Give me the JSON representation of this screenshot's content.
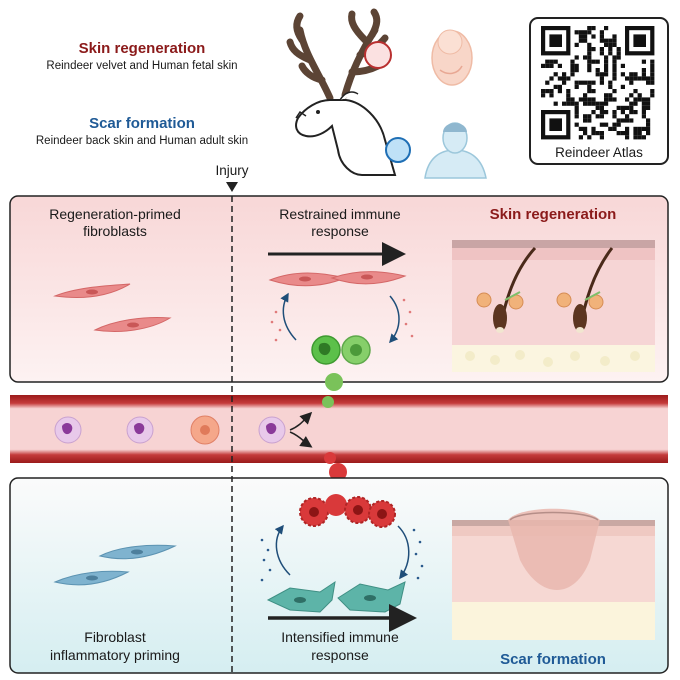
{
  "header": {
    "regen_title": "Skin regeneration",
    "regen_sub": "Reindeer velvet and Human fetal skin",
    "scar_title": "Scar formation",
    "scar_sub": "Reindeer back skin and Human adult skin",
    "regen_color": "#8b1a1a",
    "scar_color": "#1f5a96"
  },
  "qr": {
    "label": "Reindeer Atlas"
  },
  "injury_label": "Injury",
  "top_panel": {
    "left_label_1": "Regeneration-primed",
    "left_label_2": "fibroblasts",
    "mid_label_1": "Restrained immune",
    "mid_label_2": "response",
    "outcome": "Skin regeneration",
    "bg": "#fbe1e1"
  },
  "bottom_panel": {
    "left_label_1": "Fibroblast",
    "left_label_2": "inflammatory priming",
    "mid_label_1": "Intensified immune",
    "mid_label_2": "response",
    "outcome": "Scar formation",
    "bg": "#dff1f3"
  },
  "icons": [
    "reindeer-icon",
    "fetus-icon",
    "adult-human-icon",
    "qr-code-icon",
    "fibroblast-icon",
    "immune-cell-icon",
    "hair-follicle-icon",
    "scar-tissue-icon",
    "blood-vessel-icon"
  ]
}
